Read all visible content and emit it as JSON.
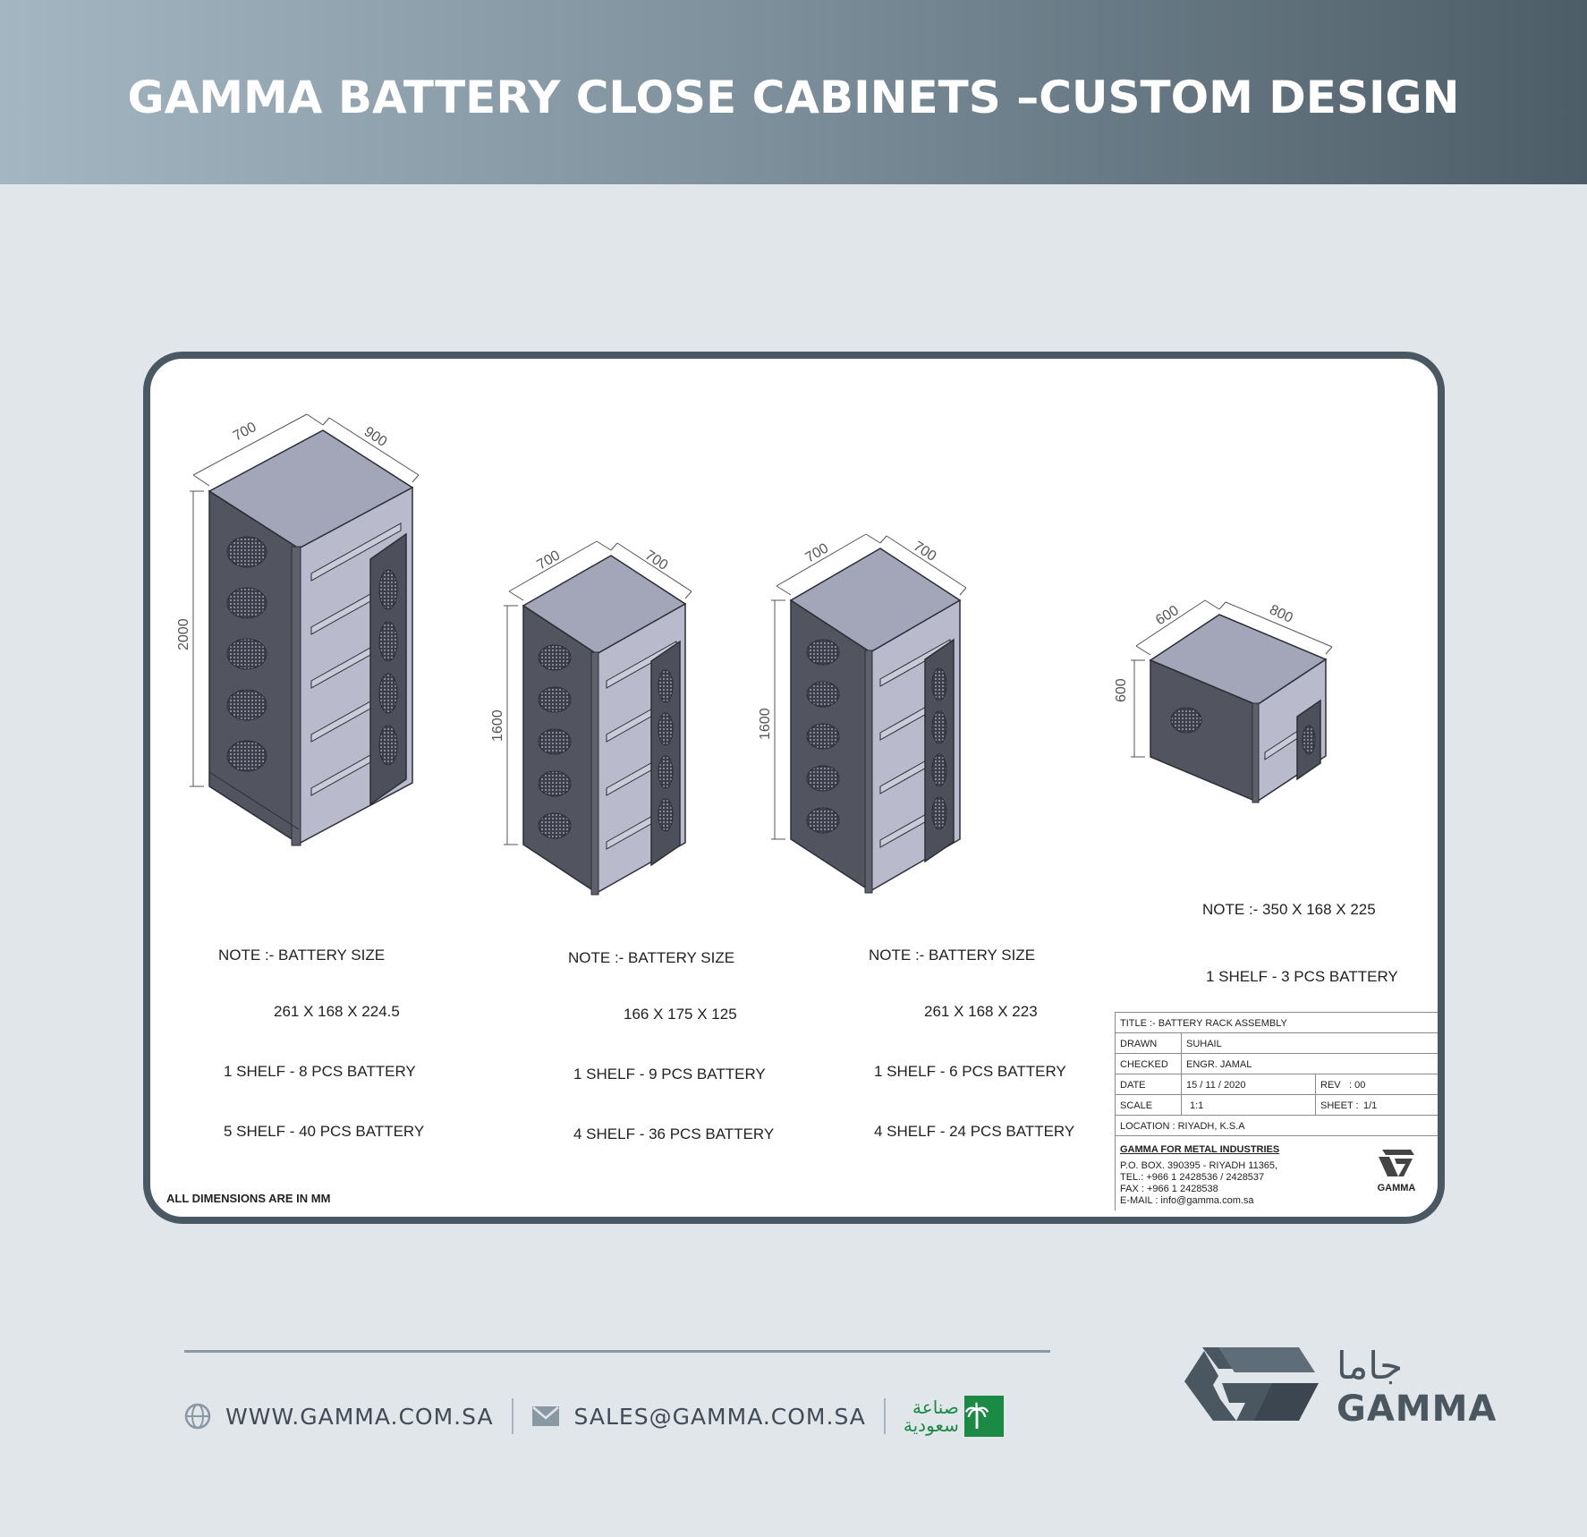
{
  "header": {
    "title": "GAMMA BATTERY CLOSE CABINETS –CUSTOM DESIGN"
  },
  "drawing": {
    "cabinets": [
      {
        "dims": {
          "width": "700",
          "depth": "900",
          "height": "2000"
        },
        "note": {
          "line1": "NOTE :- BATTERY SIZE",
          "line2": "261 X 168 X 224.5",
          "line3": "1 SHELF - 8 PCS BATTERY",
          "line4": "5 SHELF - 40 PCS BATTERY"
        }
      },
      {
        "dims": {
          "width": "700",
          "depth": "700",
          "height": "1600"
        },
        "note": {
          "line1": "NOTE :- BATTERY SIZE",
          "line2": "166 X 175 X 125",
          "line3": "1 SHELF - 9 PCS BATTERY",
          "line4": "4 SHELF - 36 PCS BATTERY"
        }
      },
      {
        "dims": {
          "width": "700",
          "depth": "700",
          "height": "1600"
        },
        "note": {
          "line1": "NOTE :- BATTERY SIZE",
          "line2": "261 X 168 X 223",
          "line3": "1 SHELF - 6 PCS BATTERY",
          "line4": "4 SHELF - 24 PCS BATTERY"
        }
      },
      {
        "dims": {
          "width": "600",
          "depth": "800",
          "height": "600"
        },
        "note": {
          "line1": "NOTE :- 350 X 168 X 225",
          "line2": "1 SHELF - 3 PCS BATTERY"
        }
      }
    ],
    "dims_note": "ALL DIMENSIONS ARE IN MM",
    "title_block": {
      "title": "TITLE :- BATTERY RACK ASSEMBLY",
      "drawn_label": "DRAWN",
      "drawn_value": "SUHAIL",
      "checked_label": "CHECKED",
      "checked_value": "ENGR. JAMAL",
      "date_label": "DATE",
      "date_value": "15 / 11 / 2020",
      "rev_label": "REV",
      "rev_value": ":   00",
      "scale_label": "SCALE",
      "scale_value": "1:1",
      "sheet_label": "SHEET :",
      "sheet_value": "1/1",
      "location": "LOCATION :  RIYADH, K.S.A",
      "company_name": "GAMMA FOR METAL INDUSTRIES",
      "address": "P.O. BOX.  390395 - RIYADH 11365,",
      "tel": "TEL.: +966 1 2428536 / 2428537",
      "fax": "FAX : +966 1 2428538",
      "email": "E-MAIL :  info@gamma.com.sa",
      "logo_label": "GAMMA"
    }
  },
  "footer": {
    "website": "WWW.GAMMA.COM.SA",
    "email": "SALES@GAMMA.COM.SA",
    "saudi_made_line1": "صناعة",
    "saudi_made_line2": "سعودية",
    "brand_arabic": "جاما",
    "brand_latin": "GAMMA"
  },
  "colors": {
    "header_dark": "#4d5d68",
    "header_light": "#a3b6c2",
    "frame_border": "#4a5864",
    "cabinet_fill": "#5b5e6b",
    "saudi_green": "#1a8a45"
  },
  "icons": [
    "globe-icon",
    "mail-icon",
    "palm-icon",
    "gamma-logo-icon"
  ]
}
